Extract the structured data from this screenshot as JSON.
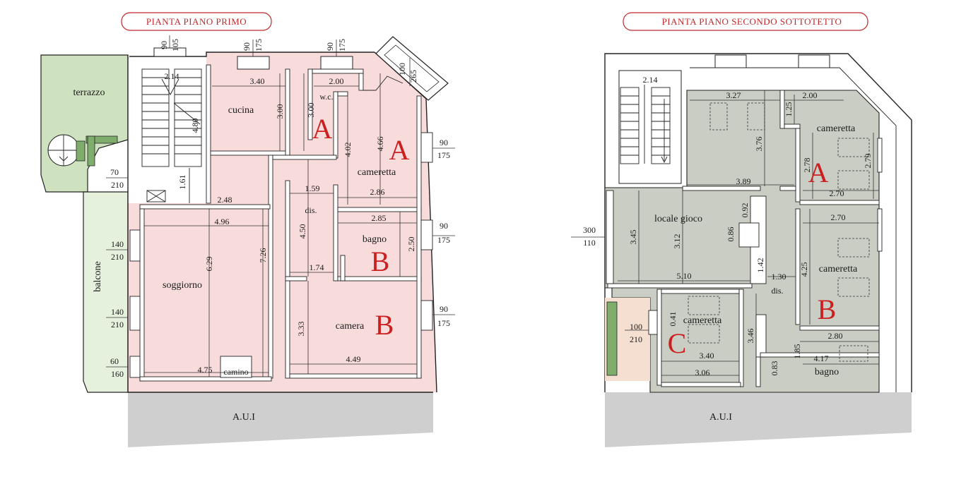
{
  "plans": {
    "first": {
      "title": "PIANTA PIANO PRIMO",
      "rooms": {
        "terrazzo": "terrazzo",
        "balcone": "balcone",
        "cucina": "cucina",
        "wc": "w.c.",
        "cameretta": "cameretta",
        "dis": "dis.",
        "bagno": "bagno",
        "soggiorno": "soggiorno",
        "camera": "camera",
        "camino": "camino",
        "aui": "A.U.I"
      },
      "unit_letters": {
        "a1": "A",
        "a2": "A",
        "b1": "B",
        "b2": "B"
      },
      "dimensions": {
        "stair_w": "2.14",
        "stair_h": "4.80",
        "top_90a": "90",
        "top_105": "105",
        "top_90b": "90",
        "top_175b": "175",
        "top_90c": "90",
        "top_175c": "175",
        "bay_100": "100",
        "bay_265": "265",
        "cucina_w": "3.40",
        "cucina_h": "3.00",
        "wc_w": "2.00",
        "wc_h": "3.00",
        "cam_h1": "4.02",
        "cam_h2": "4.66",
        "right_90a": "90",
        "right_175a": "175",
        "left_70": "70",
        "left_210a": "210",
        "d_161": "1.61",
        "d_248": "2.48",
        "d_159": "1.59",
        "d_286": "2.86",
        "d_285": "2.85",
        "right_90b": "90",
        "right_175b": "175",
        "sog_w": "4.96",
        "sog_h": "6.29",
        "sog_h2": "7.26",
        "dis_h": "4.50",
        "bagno_h": "2.50",
        "d_174": "1.74",
        "left_140a": "140",
        "left_210b": "210",
        "left_140b": "140",
        "left_210c": "210",
        "left_60": "60",
        "left_160": "160",
        "camera_h": "3.33",
        "right_90c": "90",
        "right_175c": "175",
        "camera_w": "4.49",
        "sog_b": "4.75"
      }
    },
    "second": {
      "title": "PIANTA PIANO  SECONDO SOTTOTETTO",
      "rooms": {
        "cameretta1": "cameretta",
        "locale_gioco": "locale gioco",
        "cameretta2": "cameretta",
        "dis": "dis.",
        "cameretta3": "cameretta",
        "bagno": "bagno",
        "aui": "A.U.I"
      },
      "unit_letters": {
        "a": "A",
        "b": "B",
        "c": "C"
      },
      "dimensions": {
        "stair_w": "2.14",
        "d_327": "3.27",
        "d_200": "2.00",
        "d_125": "1.25",
        "d_376": "3.76",
        "d_278": "2.78",
        "d_279": "2.79",
        "d_270a": "2.70",
        "d_389": "3.89",
        "d_270b": "2.70",
        "left_300": "300",
        "left_110": "110",
        "d_345": "3.45",
        "d_312": "3.12",
        "d_092": "0.92",
        "d_086": "0.86",
        "d_142": "1.42",
        "d_425": "4.25",
        "d_510": "5.10",
        "d_130": "1.30",
        "d_041": "0.41",
        "d_346": "3.46",
        "d_280": "2.80",
        "w_100": "100",
        "w_210": "210",
        "d_340": "3.40",
        "d_185": "1.85",
        "d_417": "4.17",
        "d_083": "0.83",
        "d_306": "3.06"
      }
    }
  },
  "colors": {
    "apartment_fill": "#f8dcdc",
    "terrace_fill": "#cfe2c0",
    "attic_fill": "#c9cdc4",
    "common_fill": "#cfcfcf",
    "letter_red": "#cc1f1f",
    "title_red": "#c0282a"
  }
}
